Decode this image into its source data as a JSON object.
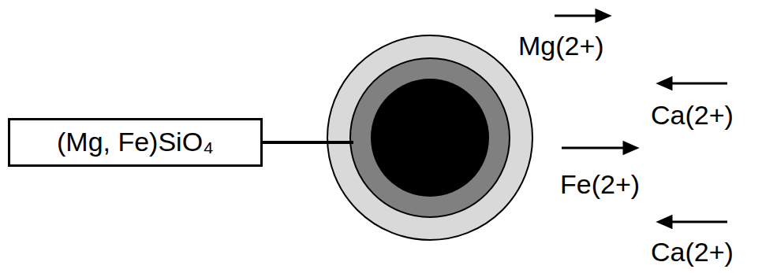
{
  "diagram": {
    "nodes": [
      {
        "text": [
          "(Mg, Fe)SiO₄"
        ]
      }
    ],
    "labels": [
      "Mg(2+)",
      "Ca(2+)",
      "Fe(2+)",
      "Ca(2+)"
    ]
  }
}
